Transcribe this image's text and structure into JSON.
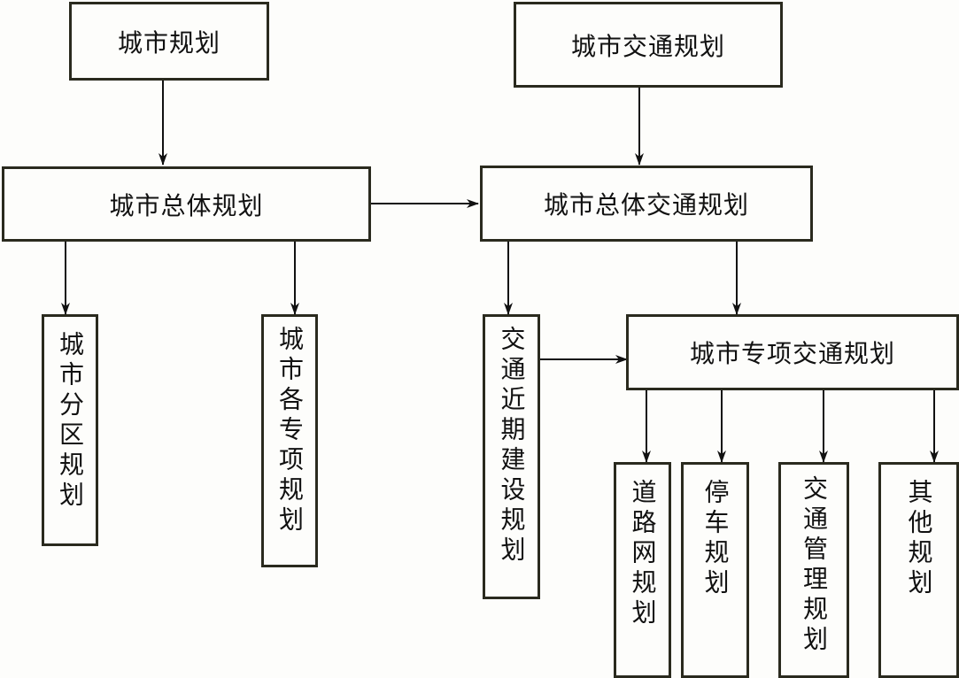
{
  "diagram": {
    "nodes": {
      "urban_planning": "城市规划",
      "urban_transport_planning": "城市交通规划",
      "urban_master_plan": "城市总体规划",
      "urban_master_transport_plan": "城市总体交通规划",
      "district_plan": "城市分区规划",
      "sectoral_plans": "城市各专项规划",
      "near_term_transport_construction_plan": "交通近期建设规划",
      "specialized_transport_plan": "城市专项交通规划",
      "road_network_plan": "道路网规划",
      "parking_plan": "停车规划",
      "traffic_management_plan": "交通管理规划",
      "other_plans": "其他规划"
    },
    "edges": [
      {
        "from": "urban_planning",
        "to": "urban_master_plan"
      },
      {
        "from": "urban_transport_planning",
        "to": "urban_master_transport_plan"
      },
      {
        "from": "urban_master_plan",
        "to": "urban_master_transport_plan"
      },
      {
        "from": "urban_master_plan",
        "to": "district_plan"
      },
      {
        "from": "urban_master_plan",
        "to": "sectoral_plans"
      },
      {
        "from": "urban_master_transport_plan",
        "to": "near_term_transport_construction_plan"
      },
      {
        "from": "urban_master_transport_plan",
        "to": "specialized_transport_plan"
      },
      {
        "from": "near_term_transport_construction_plan",
        "to": "specialized_transport_plan"
      },
      {
        "from": "specialized_transport_plan",
        "to": "road_network_plan"
      },
      {
        "from": "specialized_transport_plan",
        "to": "parking_plan"
      },
      {
        "from": "specialized_transport_plan",
        "to": "traffic_management_plan"
      },
      {
        "from": "specialized_transport_plan",
        "to": "other_plans"
      }
    ]
  }
}
